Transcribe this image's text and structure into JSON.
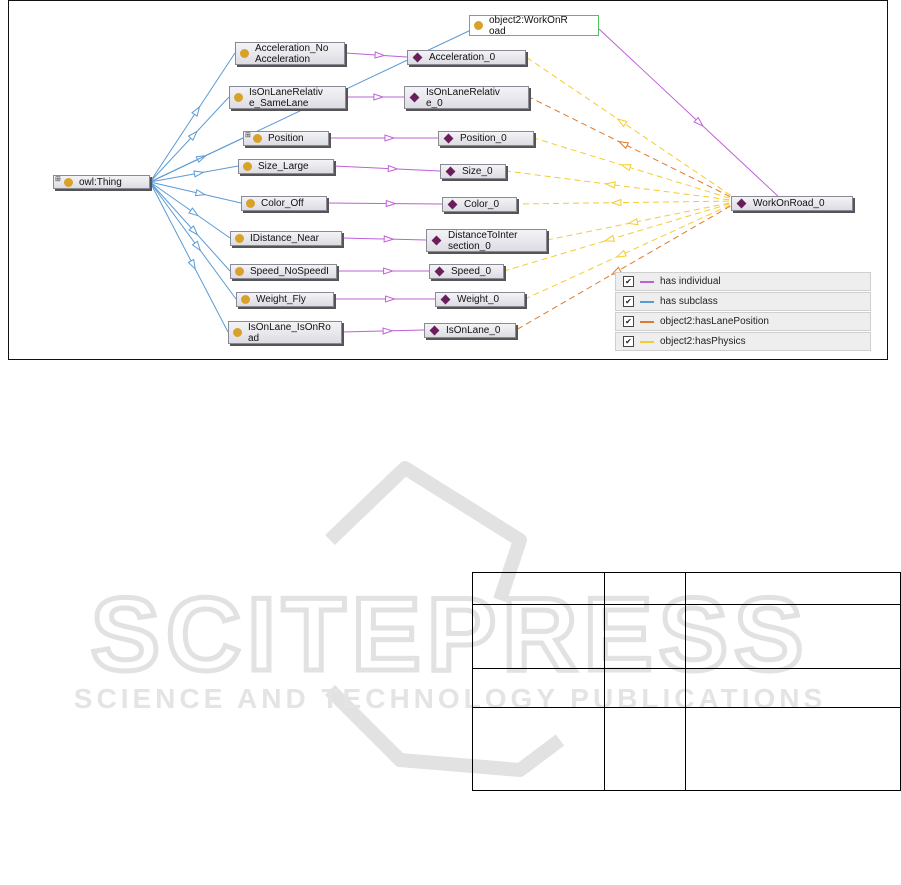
{
  "colors": {
    "has_individual": "#c060d8",
    "has_subclass": "#5b9bd5",
    "has_lane_position": "#e07a2a",
    "has_physics": "#f5cc2e",
    "node_border_highlight": "#4fc25a"
  },
  "nodes": {
    "owl_thing": "owl:Thing",
    "work_on_road_class": "object2:WorkOnR\noad",
    "acceleration_class": "Acceleration_No\nAcceleration",
    "lane_relative_class": "IsOnLaneRelativ\ne_SameLane",
    "position_class": "Position",
    "size_class": "Size_Large",
    "color_class": "Color_Off",
    "distance_class": "IDistance_Near",
    "speed_class": "Speed_NoSpeedI",
    "weight_class": "Weight_Fly",
    "onlane_class": "IsOnLane_IsOnRo\nad",
    "acceleration_ind": "Acceleration_0",
    "lane_relative_ind": "IsOnLaneRelativ\ne_0",
    "position_ind": "Position_0",
    "size_ind": "Size_0",
    "color_ind": "Color_0",
    "distance_ind": "DistanceToInter\nsection_0",
    "speed_ind": "Speed_0",
    "weight_ind": "Weight_0",
    "onlane_ind": "IsOnLane_0",
    "work_on_road_ind": "WorkOnRoad_0"
  },
  "legend": [
    {
      "label": "has individual",
      "color": "#c060d8"
    },
    {
      "label": "has subclass",
      "color": "#5b9bd5"
    },
    {
      "label": "object2:hasLanePosition",
      "color": "#e07a2a"
    },
    {
      "label": "object2:hasPhysics",
      "color": "#f5cc2e"
    }
  ],
  "watermark": {
    "line1": "SCITEPRESS",
    "line2": "SCIENCE AND TECHNOLOGY PUBLICATIONS"
  }
}
